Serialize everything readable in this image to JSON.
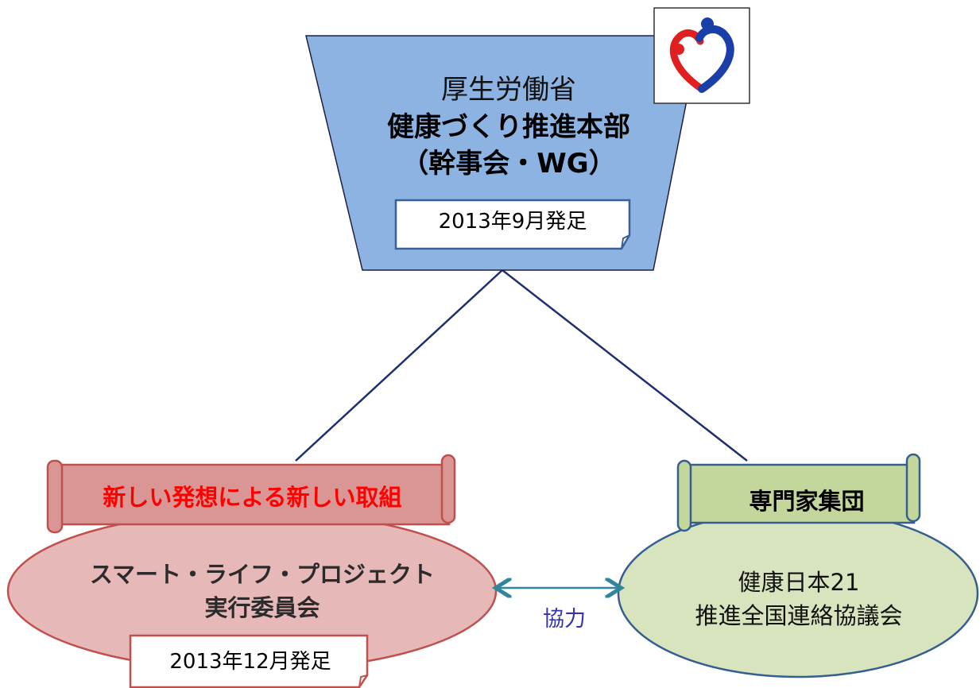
{
  "headquarters": {
    "org": "厚生労働省",
    "name": "健康づくり推進本部",
    "sub": "（幹事会・WG）",
    "date": "2013年9月発足",
    "color": "#8db3e2"
  },
  "left_group": {
    "banner": "新しい発想による新しい取組",
    "name_line1": "スマート・ライフ・プロジェクト",
    "name_line2": "実行委員会",
    "date": "2013年12月発足",
    "banner_color": "#da9694",
    "fill_color": "#e6b9b8",
    "banner_text_color": "#ff0000"
  },
  "right_group": {
    "banner": "専門家集団",
    "name_line1": "健康日本21",
    "name_line2": "推進全国連絡協議会",
    "banner_color": "#c3d69b",
    "fill_color": "#d7e4bd"
  },
  "relation": {
    "label": "協力",
    "arrow_color": "#31859c"
  },
  "icons": {
    "logo": "mhlw-logo-icon"
  }
}
